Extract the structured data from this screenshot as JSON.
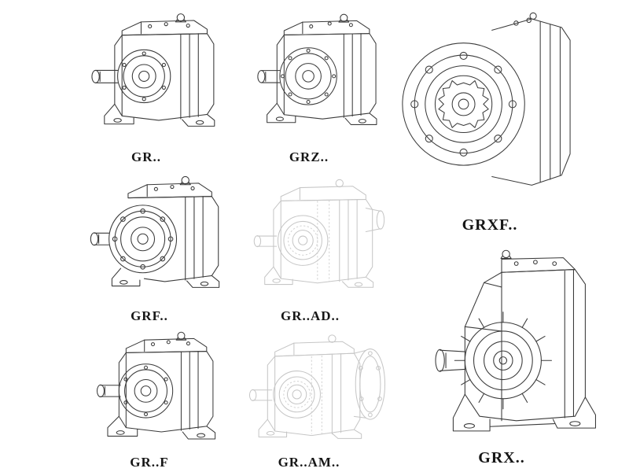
{
  "page": {
    "description": "Catalog sheet of helical gear reducer technical drawings",
    "background_color": "#ffffff",
    "line_color": "#3b3b3b",
    "ghost_line_color": "#c6c6c6"
  },
  "products": [
    {
      "id": "gr",
      "label": "GR..",
      "style": "solid",
      "mounting": "foot-mounted reducer, input shaft left"
    },
    {
      "id": "grz",
      "label": "GRZ..",
      "style": "solid",
      "mounting": "foot-mounted reducer, bolt-circle face"
    },
    {
      "id": "grxf",
      "label": "GRXF..",
      "style": "solid",
      "mounting": "large flange-mounted reducer, flange facing viewer"
    },
    {
      "id": "grf",
      "label": "GRF..",
      "style": "solid",
      "mounting": "flange reducer with bolt-hole flange"
    },
    {
      "id": "grad",
      "label": "GR..AD..",
      "style": "ghost",
      "mounting": "reducer with input adapter, light outline"
    },
    {
      "id": "grfoot",
      "label": "GR..F",
      "style": "solid",
      "mounting": "foot-mounted reducer variant"
    },
    {
      "id": "gram",
      "label": "GR..AM..",
      "style": "ghost",
      "mounting": "reducer with motor adapter flange, light outline"
    },
    {
      "id": "grx",
      "label": "GRX..",
      "style": "solid",
      "mounting": "large foot-mounted reducer with ribbed bearing boss"
    }
  ]
}
